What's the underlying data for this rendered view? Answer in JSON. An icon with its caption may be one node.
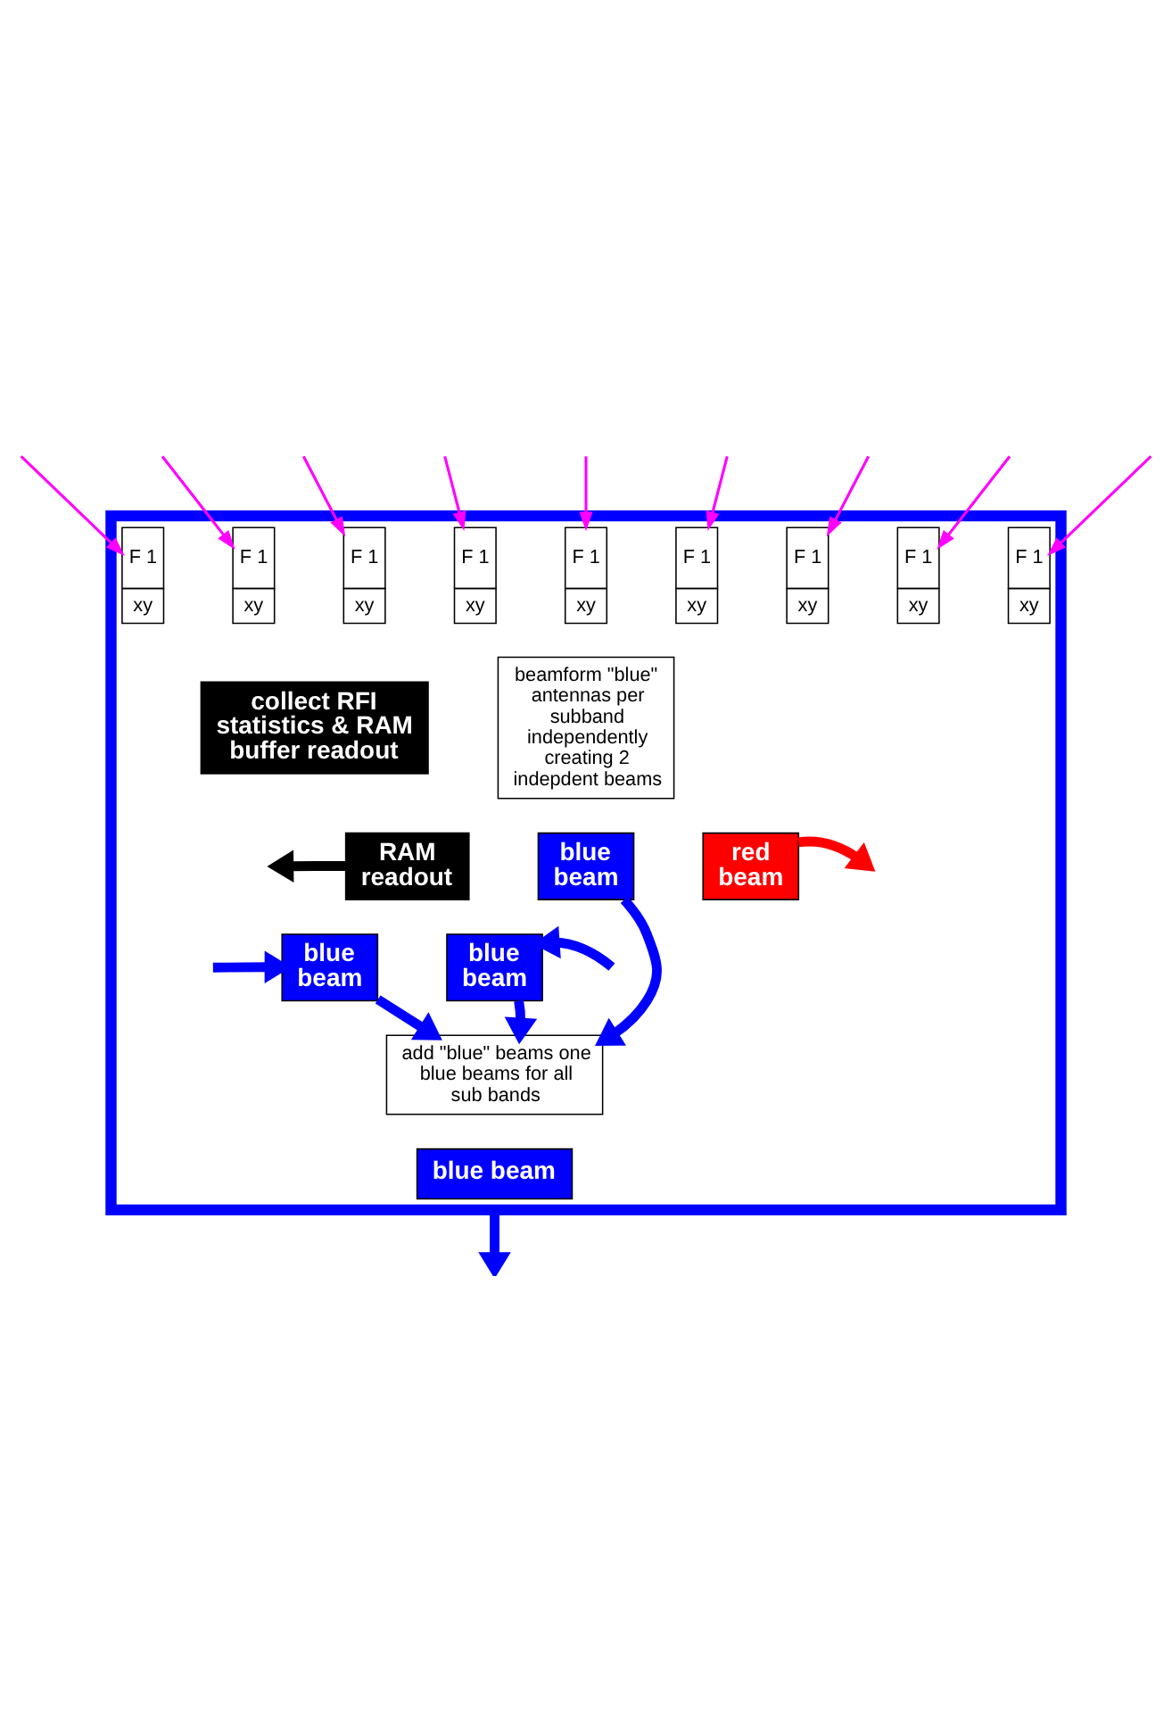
{
  "diagram": {
    "nodes": [
      {
        "text": [],
        "shape": "box"
      },
      {
        "text": [
          "F 1",
          "xy"
        ],
        "in": 0
      },
      {
        "text": [
          "F 1",
          "xy"
        ],
        "in": 0
      },
      {
        "text": [
          "F 1",
          "xy"
        ],
        "in": 0
      },
      {
        "text": [
          "F 1",
          "xy"
        ],
        "in": 0
      },
      {
        "text": [
          "F 1",
          "xy"
        ],
        "in": 0
      },
      {
        "text": [
          "F 1",
          "xy"
        ],
        "in": 0
      },
      {
        "text": [
          "F 1",
          "xy"
        ],
        "in": 0
      },
      {
        "text": [
          "F 1",
          "xy"
        ],
        "in": 0
      },
      {
        "text": [
          "F 1",
          "xy"
        ],
        "in": 0
      },
      {
        "text": [
          "collect RFI statistics & RAM buffer readout"
        ],
        "in": 0
      },
      {
        "text": [
          "beamform \"blue\" antennas per subband independently creating 2 indepdent beams"
        ],
        "in": 0
      },
      {
        "text": [
          "RAM readout"
        ],
        "in": 0
      },
      {
        "text": [
          "blue beam"
        ],
        "in": 0
      },
      {
        "text": [
          "red beam"
        ],
        "in": 0
      },
      {
        "text": [
          "blue beam"
        ],
        "in": 0
      },
      {
        "text": [
          "blue beam"
        ],
        "in": 0
      },
      {
        "text": [
          "add \"blue\" beams one blue beams for all sub bands"
        ],
        "in": 0
      },
      {
        "text": [
          "blue beam"
        ],
        "in": 0
      }
    ],
    "edges": [
      {
        "from": null,
        "to": 1,
        "arrow": "to",
        "color": "#ff00ff"
      },
      {
        "from": null,
        "to": 2,
        "arrow": "to",
        "color": "#ff00ff"
      },
      {
        "from": null,
        "to": 3,
        "arrow": "to",
        "color": "#ff00ff"
      },
      {
        "from": null,
        "to": 4,
        "arrow": "to",
        "color": "#ff00ff"
      },
      {
        "from": null,
        "to": 5,
        "arrow": "to",
        "color": "#ff00ff"
      },
      {
        "from": null,
        "to": 6,
        "arrow": "to",
        "color": "#ff00ff"
      },
      {
        "from": null,
        "to": 7,
        "arrow": "to",
        "color": "#ff00ff"
      },
      {
        "from": null,
        "to": 8,
        "arrow": "to",
        "color": "#ff00ff"
      },
      {
        "from": null,
        "to": 9,
        "arrow": "to",
        "color": "#ff00ff"
      },
      {
        "from": 12,
        "to": null,
        "arrow": "to",
        "style": "thick",
        "color": "#000000"
      },
      {
        "from": 14,
        "to": null,
        "arrow": "to",
        "style": "thick",
        "color": "#ff0000"
      },
      {
        "from": null,
        "to": 15,
        "arrow": "to",
        "style": "thick",
        "color": "#0000ff"
      },
      {
        "from": null,
        "to": 16,
        "arrow": "to",
        "style": "thick",
        "color": "#0000ff"
      },
      {
        "from": 13,
        "to": 17,
        "arrow": "to",
        "style": "thick",
        "color": "#0000ff"
      },
      {
        "from": 15,
        "to": 17,
        "arrow": "to",
        "style": "thick",
        "color": "#0000ff"
      },
      {
        "from": 16,
        "to": 17,
        "arrow": "to",
        "style": "thick",
        "color": "#0000ff"
      },
      {
        "from": 0,
        "to": null,
        "arrow": "to",
        "style": "thick",
        "color": "#0000ff"
      }
    ]
  }
}
